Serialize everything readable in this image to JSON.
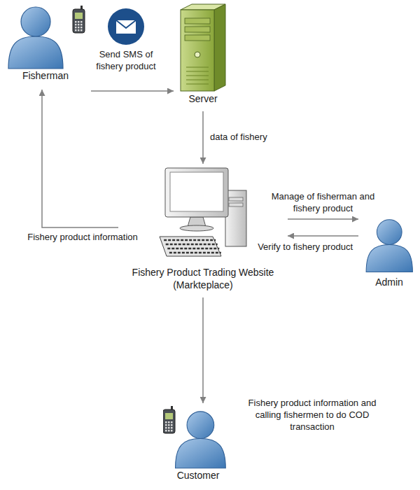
{
  "diagram": {
    "nodes": [
      {
        "text": [
          "Fisherman"
        ]
      },
      {
        "text": [
          "Server"
        ]
      },
      {
        "text": [
          "Fishery Product Trading Website (Markteplace)"
        ]
      },
      {
        "text": [
          "Admin"
        ]
      },
      {
        "text": [
          "Customer"
        ]
      }
    ],
    "edges": [
      {
        "from": 0,
        "to": 1,
        "label": "Send SMS of fishery product",
        "arrow": "to"
      },
      {
        "from": 1,
        "to": 2,
        "label": "data of fishery",
        "arrow": "to"
      },
      {
        "from": 2,
        "to": 0,
        "label": "Fishery product information",
        "arrow": "to"
      },
      {
        "from": 2,
        "to": 3,
        "label": "Manage of fisherman and fishery product",
        "arrow": "to"
      },
      {
        "from": 3,
        "to": 2,
        "label": "Verify to fishery product",
        "arrow": "to"
      },
      {
        "from": 2,
        "to": 4,
        "arrow": "to"
      }
    ],
    "labels": [
      "Fishery product information and calling fishermen to do COD transaction"
    ]
  }
}
